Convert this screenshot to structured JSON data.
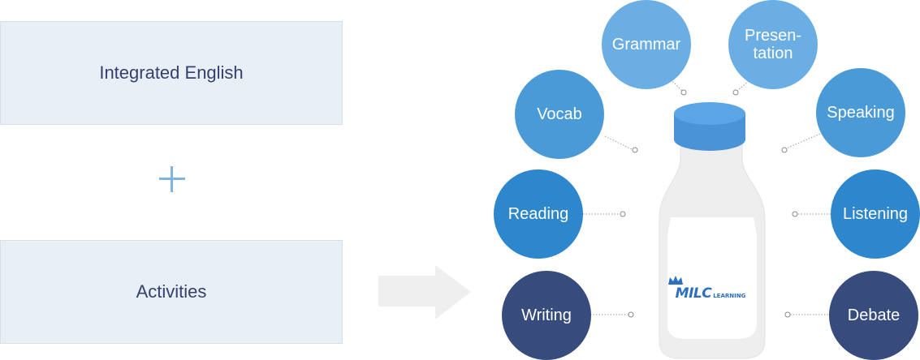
{
  "boxes": {
    "top_label": "Integrated English",
    "bottom_label": "Activities"
  },
  "logo": {
    "brand": "MILC",
    "suffix": "LEARNING"
  },
  "circles": [
    {
      "id": "grammar",
      "label": "Grammar"
    },
    {
      "id": "presentation",
      "label": "Presen-\ntation"
    },
    {
      "id": "vocab",
      "label": "Vocab"
    },
    {
      "id": "speaking",
      "label": "Speaking"
    },
    {
      "id": "reading",
      "label": "Reading"
    },
    {
      "id": "listening",
      "label": "Listening"
    },
    {
      "id": "writing",
      "label": "Writing"
    },
    {
      "id": "debate",
      "label": "Debate"
    }
  ],
  "colors": {
    "box_bg": "#e8eff6",
    "box_text": "#34416e",
    "light_blue": "#6aaee3",
    "mid_blue": "#4a9ad8",
    "blue": "#2e87cc",
    "navy": "#374b7c"
  }
}
